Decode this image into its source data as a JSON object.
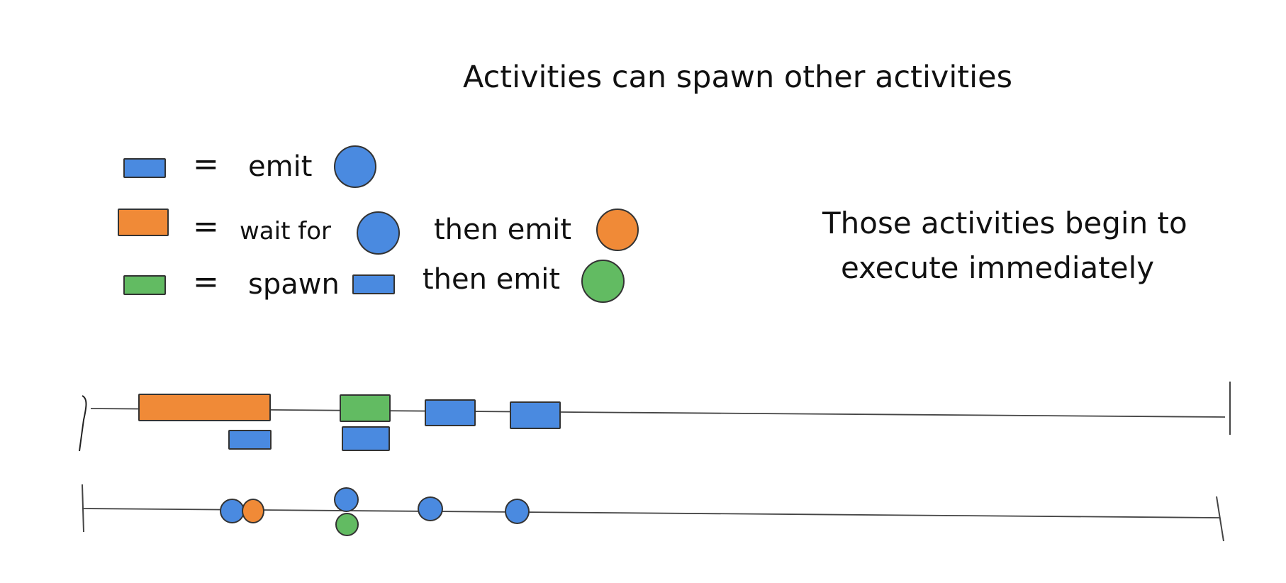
{
  "title": "Activities can spawn other activities",
  "note": {
    "line1": "Those activities begin to",
    "line2": "execute immediately"
  },
  "legend": {
    "equals": "=",
    "row1": {
      "label": "emit"
    },
    "row2": {
      "label1": "wait for",
      "label2": "then emit"
    },
    "row3": {
      "label1": "spawn",
      "label2": "then emit"
    }
  },
  "colors": {
    "blue": "#4a8ae0",
    "orange": "#f08a37",
    "green": "#62bb62",
    "stroke": "#333333"
  },
  "timelines": {
    "activities": [
      {
        "color": "orange",
        "kind": "wait-for-then-emit"
      },
      {
        "color": "blue",
        "kind": "emit",
        "spawned_by": "orange"
      },
      {
        "color": "green",
        "kind": "spawn-then-emit"
      },
      {
        "color": "blue",
        "kind": "emit",
        "spawned_by": "green"
      },
      {
        "color": "blue",
        "kind": "emit"
      },
      {
        "color": "blue",
        "kind": "emit"
      }
    ],
    "events": [
      "blue",
      "orange",
      "blue",
      "green",
      "blue",
      "blue"
    ]
  }
}
